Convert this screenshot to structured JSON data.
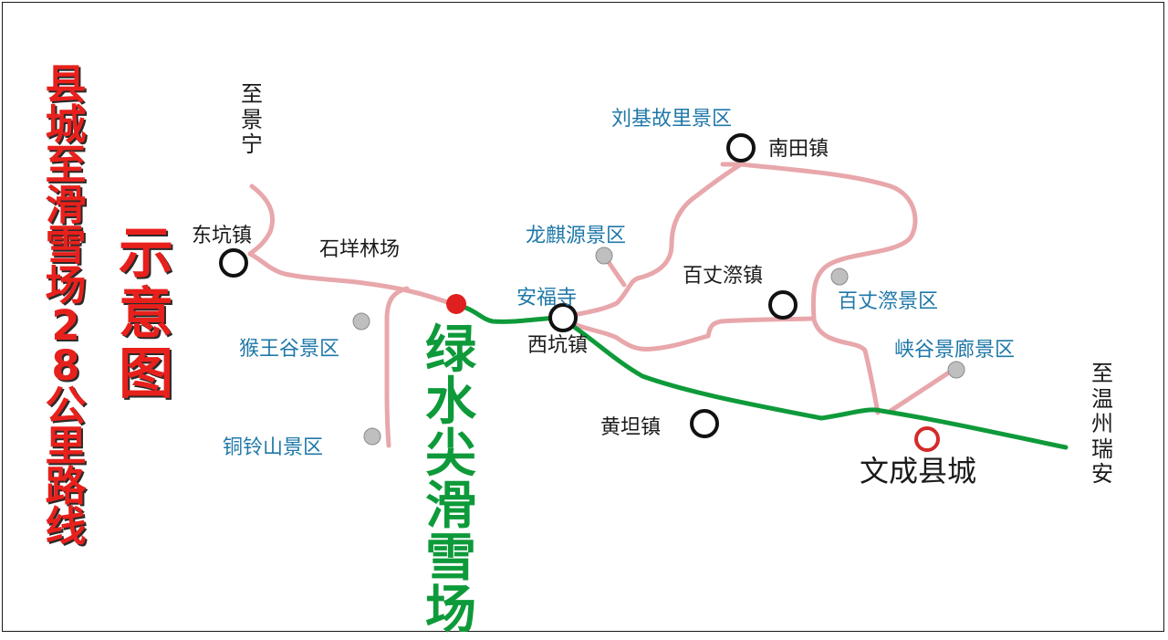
{
  "map": {
    "title": "县城至滑雪场28公里路线",
    "subtitle": "示意图",
    "destination": "绿水尖滑雪场",
    "county_seat": "文成县城",
    "direction_north": "至景宁",
    "direction_east": "至温州瑞安"
  },
  "towns": [
    "东坑镇",
    "石垟林场",
    "南田镇",
    "百丈漈镇",
    "安福寺",
    "西坑镇",
    "黄坦镇"
  ],
  "scenic_areas": [
    "刘基故里景区",
    "龙麒源景区",
    "百丈漈景区",
    "猴王谷景区",
    "峡谷景廊景区",
    "铜铃山景区"
  ],
  "colors": {
    "title_red": "#e8201c",
    "ski_route_green": "#0e9a3a",
    "road_pink": "#e8a7ab",
    "scenic_blue": "#1f78a8",
    "scenic_dot_gray": "#bfbfbf",
    "ski_marker_red": "#e02020",
    "county_marker_red": "#d42a2a"
  }
}
